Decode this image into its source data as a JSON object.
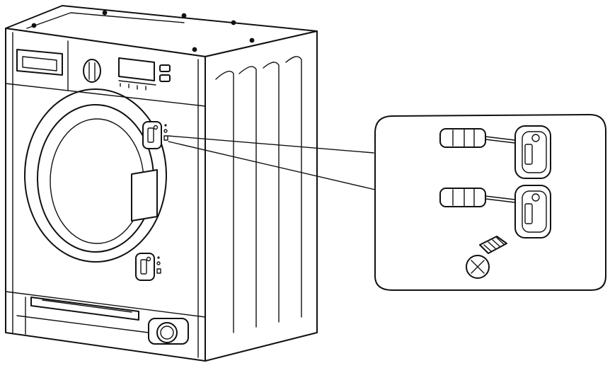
{
  "figure": {
    "colors": {
      "line": "#111111",
      "background": "#ffffff"
    },
    "objects": [
      "washing-machine",
      "door-hinge-top",
      "door-hinge-bottom",
      "screwdriver",
      "screw",
      "detail-callout"
    ],
    "texts": []
  }
}
